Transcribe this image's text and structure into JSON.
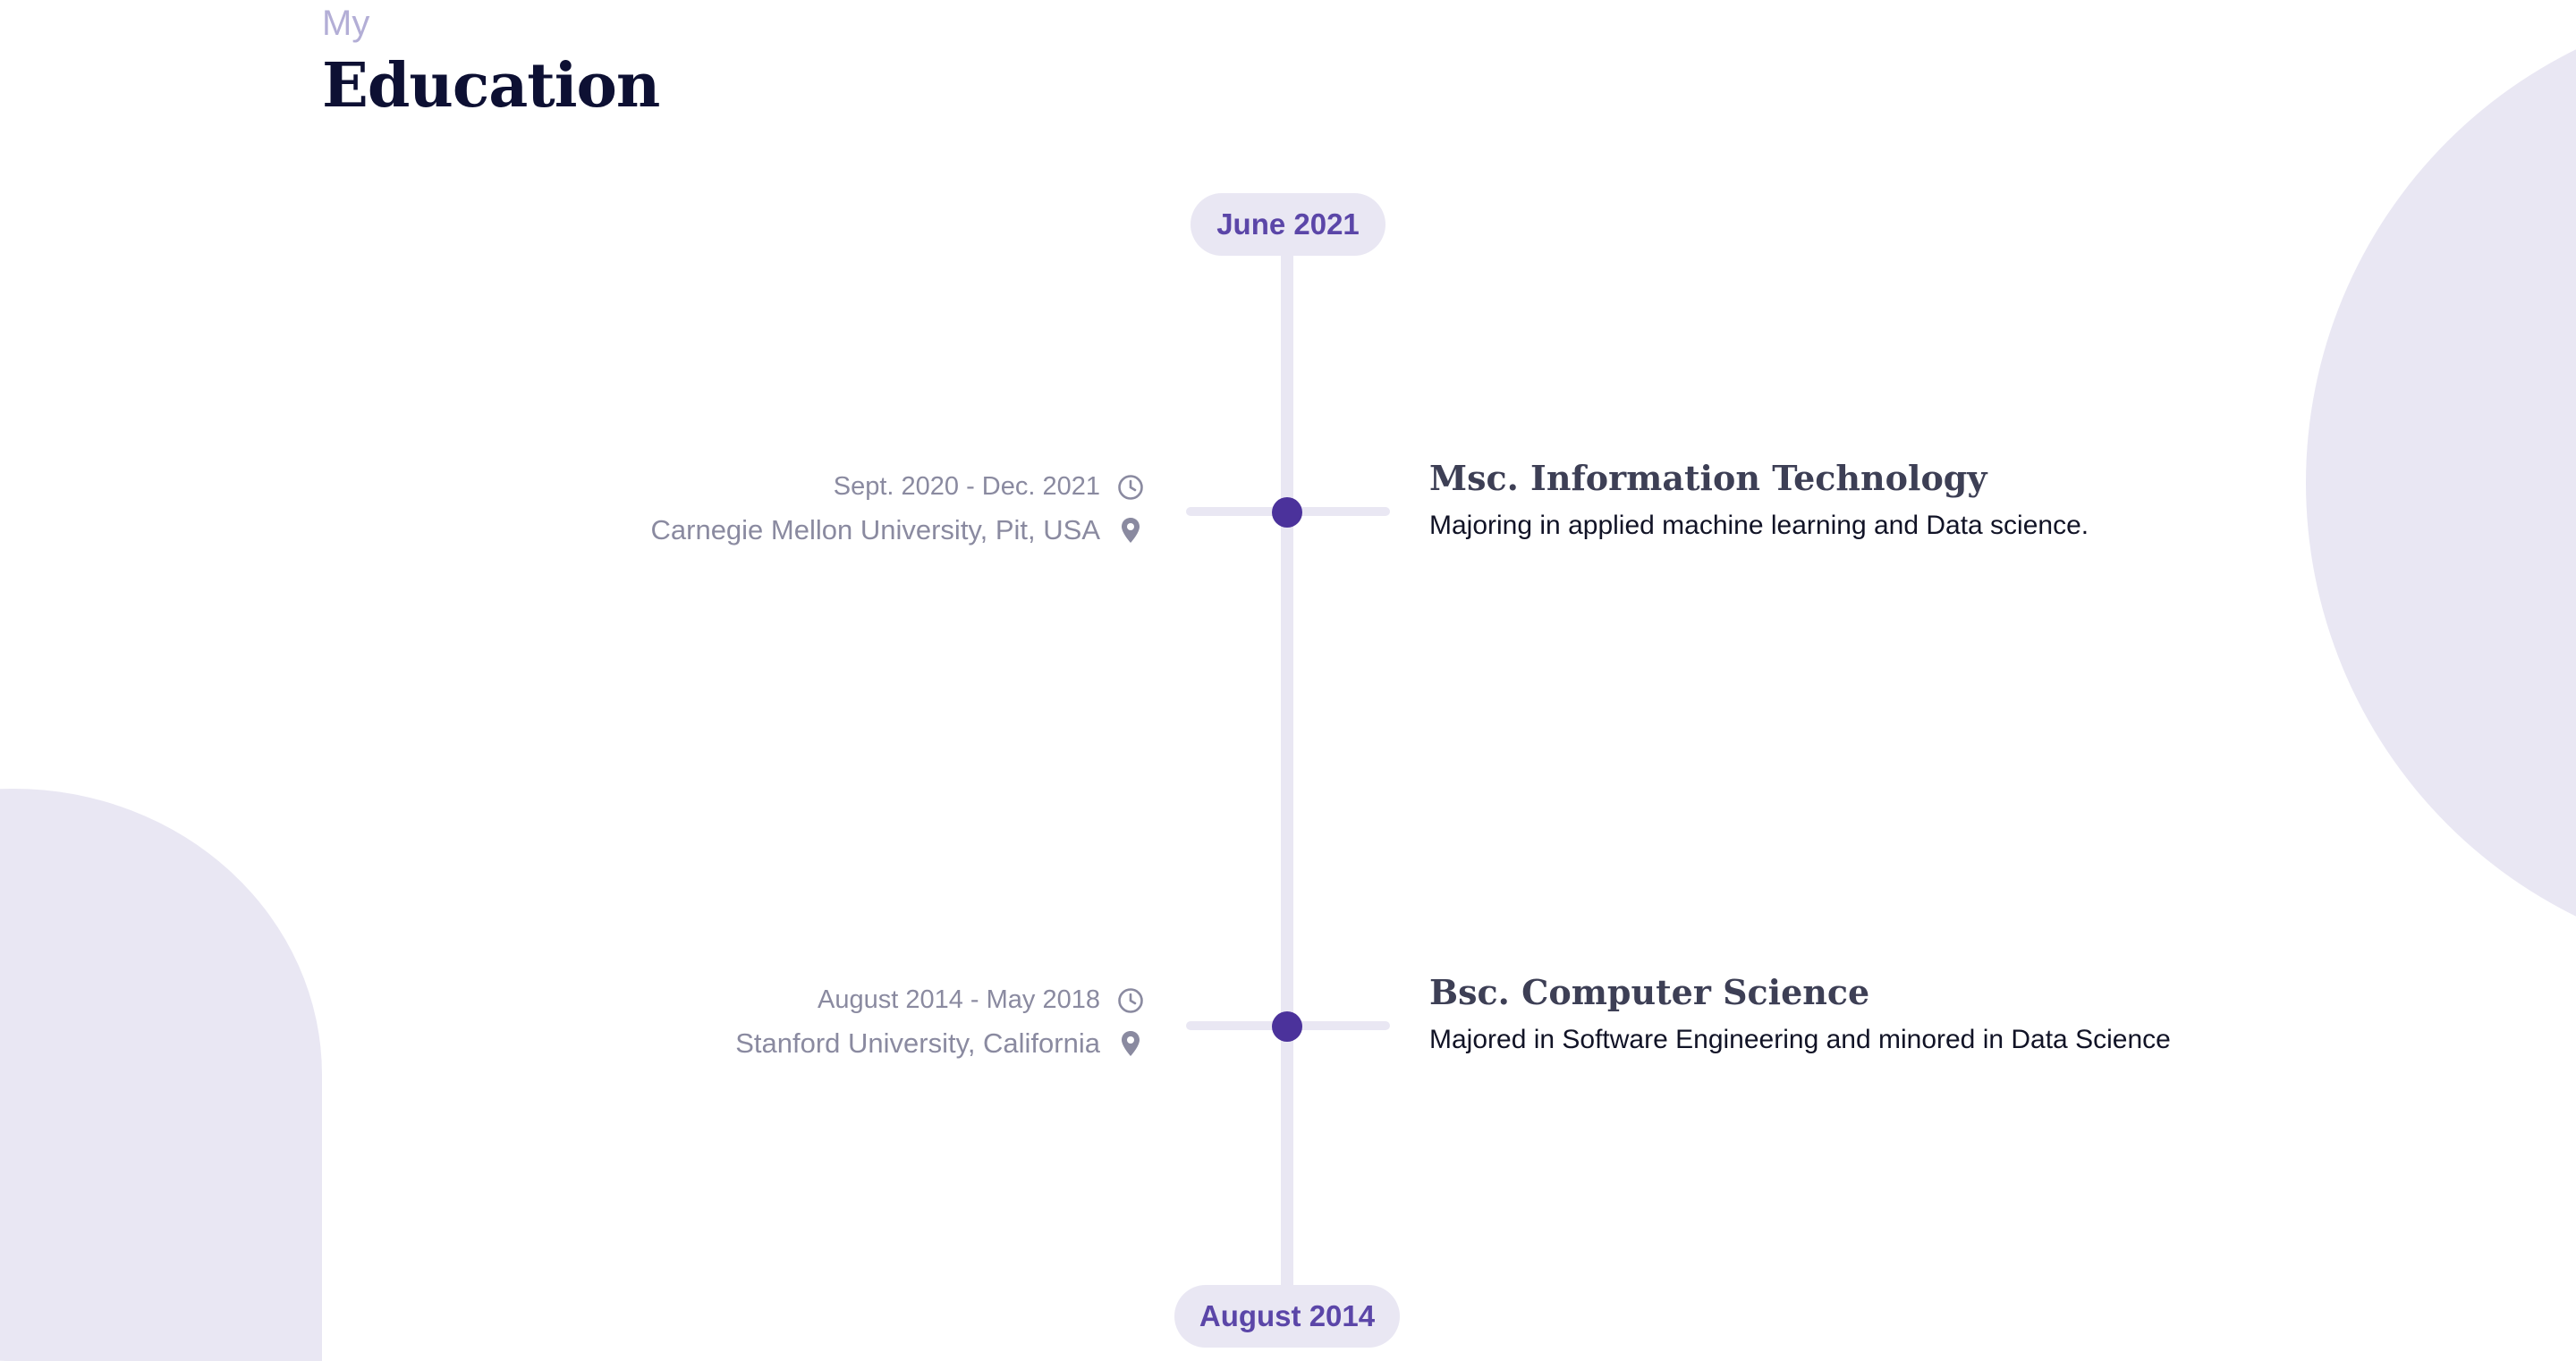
{
  "section": {
    "eyebrow": "My",
    "title": "Education"
  },
  "timeline": {
    "start_label": "June 2021",
    "end_label": "August 2014",
    "accent_color": "#4b329b",
    "track_color": "#e9e7f3",
    "entries": [
      {
        "dates": "Sept. 2020 - Dec. 2021",
        "location": "Carnegie Mellon University, Pit, USA",
        "degree": "Msc. Information Technology",
        "description": "Majoring in applied machine learning and Data science.",
        "date_icon": "clock-icon",
        "location_icon": "map-pin-icon"
      },
      {
        "dates": "August 2014 - May 2018",
        "location": "Stanford University, California",
        "degree": "Bsc. Computer Science",
        "description": "Majored in Software Engineering and minored in Data Science",
        "date_icon": "clock-icon",
        "location_icon": "map-pin-icon"
      }
    ]
  }
}
